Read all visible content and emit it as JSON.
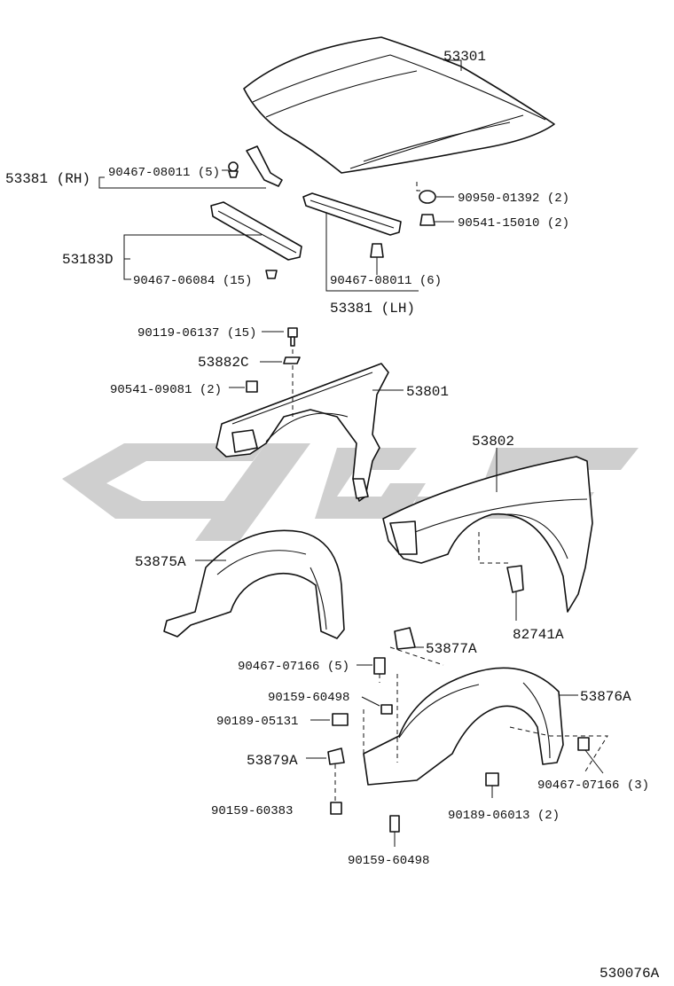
{
  "diagram": {
    "figure_code": "530076A",
    "labels": {
      "p53301": "53301",
      "p53381rh": "53381 (RH)",
      "p90467_08011_5": "90467-08011 (5)",
      "p90950_01392": "90950-01392 (2)",
      "p90541_15010": "90541-15010 (2)",
      "p53183d": "53183D",
      "p90467_06084": "90467-06084 (15)",
      "p90467_08011_6": "90467-08011 (6)",
      "p53381lh": "53381 (LH)",
      "p90119_06137": "90119-06137 (15)",
      "p53882c": "53882C",
      "p90541_09081": "90541-09081 (2)",
      "p53801": "53801",
      "p53802": "53802",
      "p53875a": "53875A",
      "p82741a": "82741A",
      "p53877a": "53877A",
      "p90467_07166_5": "90467-07166 (5)",
      "p90159_60498a": "90159-60498",
      "p90189_05131": "90189-05131",
      "p53876a": "53876A",
      "p53879a": "53879A",
      "p90467_07166_3": "90467-07166 (3)",
      "p90159_60383": "90159-60383",
      "p90189_06013": "90189-06013 (2)",
      "p90159_60498b": "90159-60498"
    },
    "colors": {
      "line": "#111111",
      "watermark": "#cfcfcf",
      "background": "#ffffff"
    }
  }
}
